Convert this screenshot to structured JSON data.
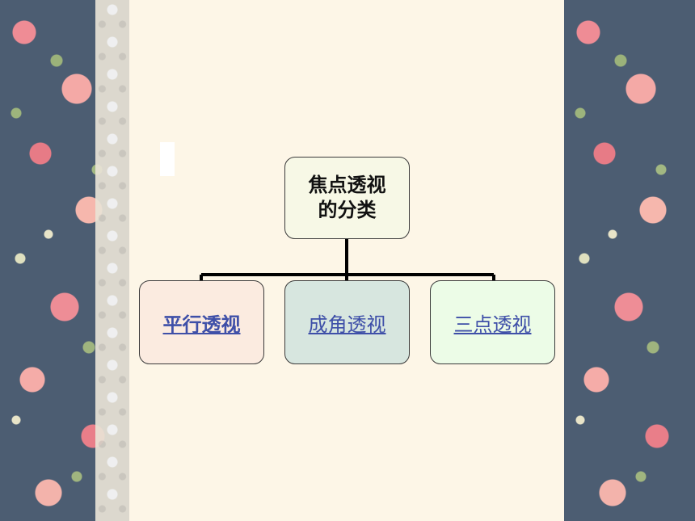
{
  "diagram": {
    "root": {
      "label": "焦点透视的分类"
    },
    "children": [
      {
        "label": "平行透视"
      },
      {
        "label": "成角透视"
      },
      {
        "label": "三点透视"
      }
    ]
  },
  "colors": {
    "root_fill": "#f7f8e6",
    "child1_fill": "#fbebe0",
    "child2_fill": "#d7e6df",
    "child3_fill": "#ecfce7",
    "link_color": "#3e4fa8",
    "page_background": "#fdf6e7"
  }
}
